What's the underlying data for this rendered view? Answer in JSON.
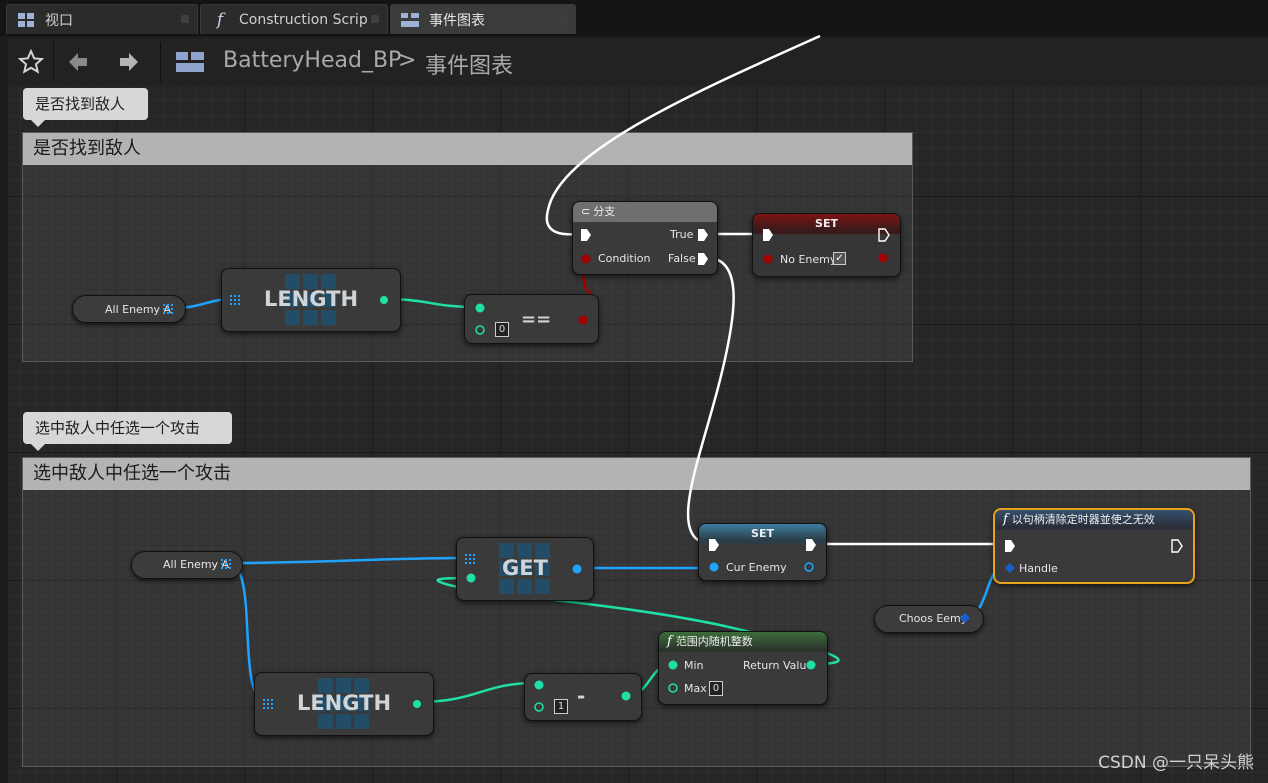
{
  "tabs": [
    {
      "label": "视口",
      "icon": "viewport-icon"
    },
    {
      "label": "Construction Scrip",
      "icon": "function-icon"
    },
    {
      "label": "事件图表",
      "icon": "graph-icon"
    }
  ],
  "breadcrumb": {
    "blueprint": "BatteryHead_BP",
    "separator": ">",
    "graph": "事件图表"
  },
  "comments": [
    {
      "title": "是否找到敌人",
      "bubble": "是否找到敌人"
    },
    {
      "title": "选中敌人中任选一个攻击",
      "bubble": "选中敌人中任选一个攻击"
    }
  ],
  "nodes": {
    "get_all_enemy_1": "All Enemy A",
    "length_1": "LENGTH",
    "equals": "==",
    "equals_default": "0",
    "branch": {
      "title": "分支",
      "true": "True",
      "false": "False",
      "condition": "Condition"
    },
    "set_no_enemy": {
      "title": "SET",
      "var": "No Enemy",
      "checked": "✓"
    },
    "get_all_enemy_2": "All Enemy A",
    "get": "GET",
    "set_cur_enemy": {
      "title": "SET",
      "var": "Cur Enemy"
    },
    "clear_timer": {
      "title": "以句柄清除定时器並使之无效",
      "pin": "Handle"
    },
    "choos_eemy": "Choos Eemy",
    "random_int": {
      "title": "范围内随机整数",
      "min": "Min",
      "max": "Max",
      "max_default": "0",
      "ret": "Return Value"
    },
    "length_2": "LENGTH",
    "subtract": "-",
    "subtract_default": "1"
  },
  "watermark": "CSDN @一只呆头熊",
  "colors": {
    "exec": "#ffffff",
    "integer": "#1fe0a6",
    "object": "#1ea4ff",
    "bool": "#a30000",
    "branch_header": "#6f6f6f",
    "set_header": "#3b7fa0",
    "function_header": "#3c6e3a",
    "selected_border": "#e8a21c"
  }
}
